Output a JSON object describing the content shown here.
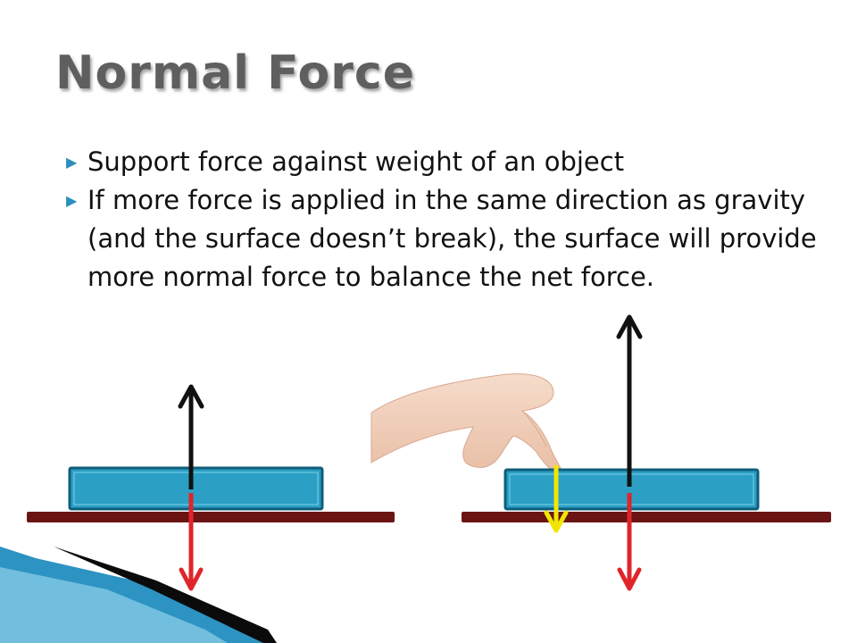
{
  "slide": {
    "title": "Normal Force",
    "bullets": [
      "Support force against weight of an object",
      "If more force is applied in the same direction as gravity (and the surface doesn’t break), the surface will provide more normal force to balance the net force."
    ],
    "bullet_icon": "triangle-right-icon"
  },
  "colors": {
    "title": "#5f5f5f",
    "bullet_marker": "#2a8fbd",
    "block_fill": "#2b9fc4",
    "block_border": "#0f5d7a",
    "surface": "#6b1414",
    "normal_force_arrow": "#111111",
    "weight_arrow": "#e0242b",
    "applied_force_arrow": "#f2e600",
    "corner_accent": "#3aa3cc"
  }
}
